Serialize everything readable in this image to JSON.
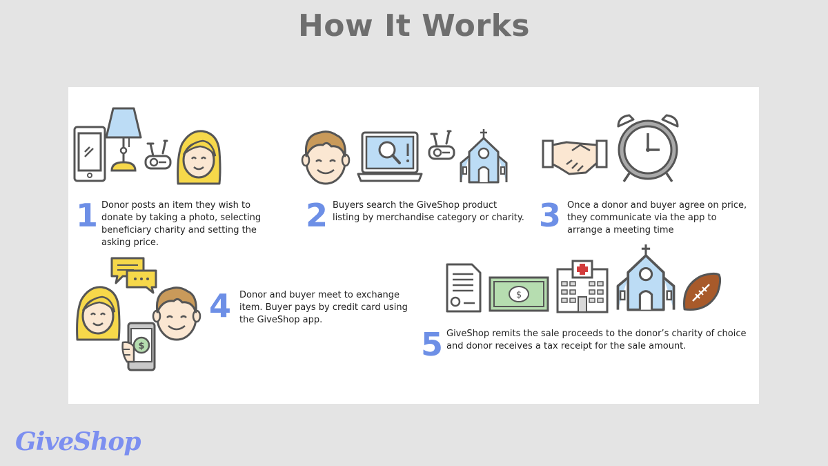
{
  "title": "How It Works",
  "logo": "GiveShop",
  "steps": [
    {
      "number": "1",
      "text": "Donor posts an item they wish to donate by taking a photo, selecting beneficiary charity and setting the asking price.",
      "icons": [
        "smartphone-icon",
        "lamp-icon",
        "exercise-bike-icon",
        "woman-face-icon"
      ]
    },
    {
      "number": "2",
      "text": "Buyers search the GiveShop product listing by merchandise category or charity.",
      "icons": [
        "man-face-icon",
        "laptop-search-icon",
        "exercise-bike-icon",
        "church-icon"
      ]
    },
    {
      "number": "3",
      "text": "Once a donor and buyer agree on price, they communicate via the app to arrange a meeting time",
      "icons": [
        "handshake-icon",
        "alarm-clock-icon"
      ]
    },
    {
      "number": "4",
      "text": "Donor and buyer meet to exchange item. Buyer pays by credit card using the GiveShop app.",
      "icons": [
        "chat-bubbles-icon",
        "woman-face-icon",
        "man-face-icon",
        "phone-payment-icon"
      ]
    },
    {
      "number": "5",
      "text": "GiveShop remits the sale proceeds to the donor’s charity of choice and donor receives a tax receipt for the sale amount.",
      "icons": [
        "receipt-document-icon",
        "dollar-bill-icon",
        "hospital-icon",
        "church-icon",
        "football-icon"
      ]
    }
  ],
  "colors": {
    "background": "#e4e4e4",
    "panel": "#ffffff",
    "title": "#6e6e6e",
    "step_number": "#6d8fe6",
    "logo": "#7c8ff0",
    "hair": "#f6d84a",
    "face": "#fbe7d2",
    "lamp_shade": "#bcdcf5",
    "money": "#b6ddb0",
    "cross": "#d23b3b",
    "football": "#a85a2a",
    "outline": "#555555"
  }
}
